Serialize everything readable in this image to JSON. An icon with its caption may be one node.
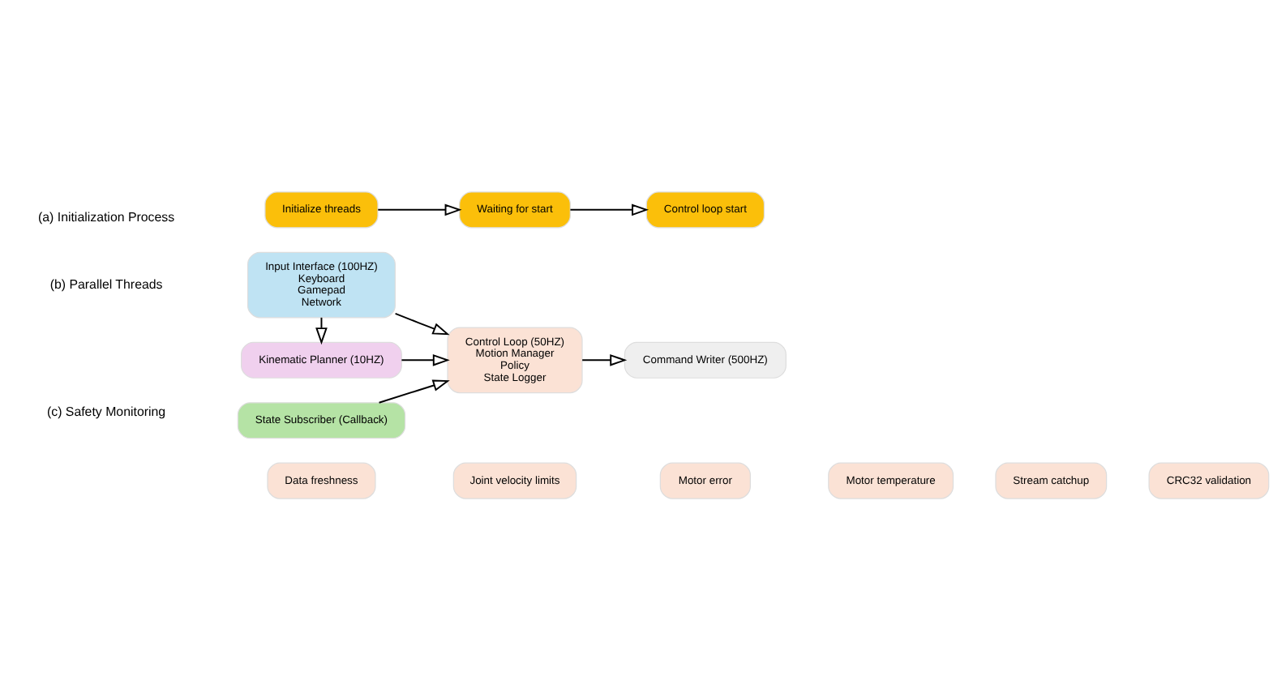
{
  "diagram": {
    "nodes": [
      {
        "text": [
          "Initialize threads"
        ]
      },
      {
        "text": [
          "Waiting for start"
        ]
      },
      {
        "text": [
          "Control loop start"
        ]
      },
      {
        "text": [
          "Input Interface (100HZ)",
          "Keyboard",
          "Gamepad",
          "Network"
        ]
      },
      {
        "text": [
          "Kinematic Planner (10HZ)"
        ]
      },
      {
        "text": [
          "Control Loop (50HZ)",
          "Motion Manager",
          "Policy",
          "State Logger"
        ]
      },
      {
        "text": [
          "State Subscriber (Callback)"
        ]
      },
      {
        "text": [
          "Command Writer (500HZ)"
        ]
      },
      {
        "text": [
          "Data freshness"
        ]
      },
      {
        "text": [
          "Joint velocity limits"
        ]
      },
      {
        "text": [
          "Motor error"
        ]
      },
      {
        "text": [
          "Motor temperature"
        ]
      },
      {
        "text": [
          "Stream catchup"
        ]
      },
      {
        "text": [
          "CRC32 validation"
        ]
      }
    ],
    "edges": [
      {
        "from": 0,
        "to": 1,
        "arrow": "to"
      },
      {
        "from": 1,
        "to": 2,
        "arrow": "to"
      },
      {
        "from": 3,
        "to": 4,
        "arrow": "to"
      },
      {
        "from": 3,
        "to": 5,
        "arrow": "to"
      },
      {
        "from": 4,
        "to": 5,
        "arrow": "to"
      },
      {
        "from": 6,
        "to": 5,
        "arrow": "to"
      },
      {
        "from": 5,
        "to": 7,
        "arrow": "to"
      }
    ],
    "labels": [
      "(a) Initialization Process",
      "(b) Parallel Threads",
      "(c) Safety Monitoring"
    ]
  }
}
